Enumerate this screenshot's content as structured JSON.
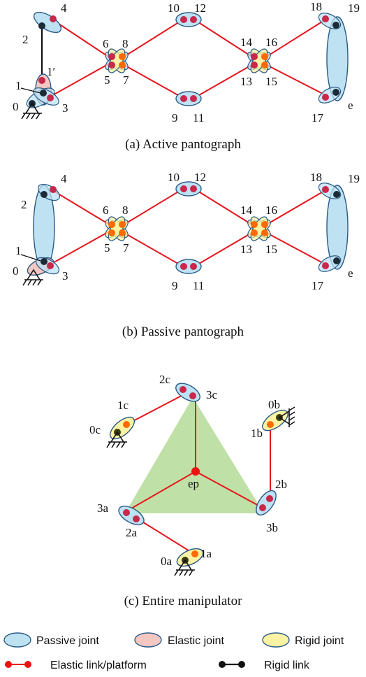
{
  "panels": {
    "a": {
      "caption": "(a) Active pantograph",
      "labels": {
        "n0": "0",
        "n1": "1",
        "n1p": "1′",
        "n2": "2",
        "n3": "3",
        "n4": "4",
        "n5": "5",
        "n6": "6",
        "n7": "7",
        "n8": "8",
        "n9": "9",
        "n10": "10",
        "n11": "11",
        "n12": "12",
        "n13": "13",
        "n14": "14",
        "n15": "15",
        "n16": "16",
        "n17": "17",
        "n18": "18",
        "n19": "19",
        "ne": "e"
      }
    },
    "b": {
      "caption": "(b) Passive pantograph",
      "labels": {
        "n0": "0",
        "n1": "1",
        "n2": "2",
        "n3": "3",
        "n4": "4",
        "n5": "5",
        "n6": "6",
        "n7": "7",
        "n8": "8",
        "n9": "9",
        "n10": "10",
        "n11": "11",
        "n12": "12",
        "n13": "13",
        "n14": "14",
        "n15": "15",
        "n16": "16",
        "n17": "17",
        "n18": "18",
        "n19": "19",
        "ne": "e"
      }
    },
    "c": {
      "caption": "(c) Entire manipulator",
      "labels": {
        "n0a": "0a",
        "n1a": "1a",
        "n2a": "2a",
        "n3a": "3a",
        "n0b": "0b",
        "n1b": "1b",
        "n2b": "2b",
        "n3b": "3b",
        "n0c": "0c",
        "n1c": "1c",
        "n2c": "2c",
        "n3c": "3c",
        "nep": "ep"
      }
    }
  },
  "legend": {
    "passive_joint": "Passive joint",
    "elastic_joint": "Elastic joint",
    "rigid_joint": "Rigid joint",
    "elastic_link": "Elastic link/platform",
    "rigid_link": "Rigid link"
  },
  "colors": {
    "passive_joint": "#bfe2f3",
    "elastic_joint": "#f4c7c3",
    "rigid_joint": "#fbf3a4",
    "elastic_link": "#e8141c",
    "rigid_link": "#111111",
    "platform": "#bfe0a6"
  }
}
